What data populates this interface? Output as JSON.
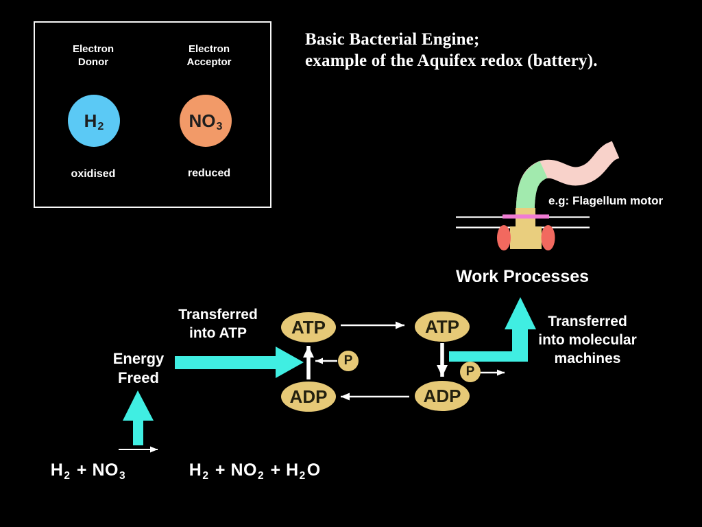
{
  "title": {
    "line1": "Basic Bacterial Engine;",
    "line2": "example of the Aquifex redox (battery)."
  },
  "legend": {
    "donor": {
      "label_line1": "Electron",
      "label_line2": "Donor",
      "formula": "H",
      "formula_sub": "2",
      "state": "oxidised"
    },
    "acceptor": {
      "label_line1": "Electron",
      "label_line2": "Acceptor",
      "formula": "NO",
      "formula_sub": "3",
      "state": "reduced"
    }
  },
  "flagellum": {
    "label": "e.g: Flagellum motor"
  },
  "work_processes": {
    "label": "Work Processes"
  },
  "energy_freed": {
    "line1": "Energy",
    "line2": "Freed"
  },
  "transferred_atp": {
    "line1": "Transferred",
    "line2": "into ATP"
  },
  "transferred_machines": {
    "line1": "Transferred",
    "line2": "into molecular",
    "line3": "machines"
  },
  "cycle": {
    "atp_left": "ATP",
    "atp_right": "ATP",
    "adp_left": "ADP",
    "adp_right": "ADP",
    "p_left": "P",
    "p_right": "P"
  },
  "equation": {
    "lhs": {
      "t1": "H",
      "s1": "2",
      "t2": " + NO",
      "s2": "3"
    },
    "rhs": {
      "t1": "H",
      "s1": "2",
      "t2": " + NO",
      "s2": "2",
      "t3": " + H",
      "s3": "2",
      "t4": "O"
    }
  },
  "colors": {
    "background": "#000000",
    "white": "#FFFFFF",
    "cyan_arrow": "#40EEE2",
    "nucleotide_tan": "#E6C977",
    "hydrogen_blue": "#5BC9F5",
    "nitrate_orange": "#F29A68",
    "flagellum_pink": "#F8D2CA",
    "flagellum_green": "#A2EAAE",
    "motor_body_tan": "#E9CE7E",
    "motor_red": "#F2695F",
    "motor_ring_pink": "#F07CD4",
    "dark_text": "#1E1E1E"
  }
}
